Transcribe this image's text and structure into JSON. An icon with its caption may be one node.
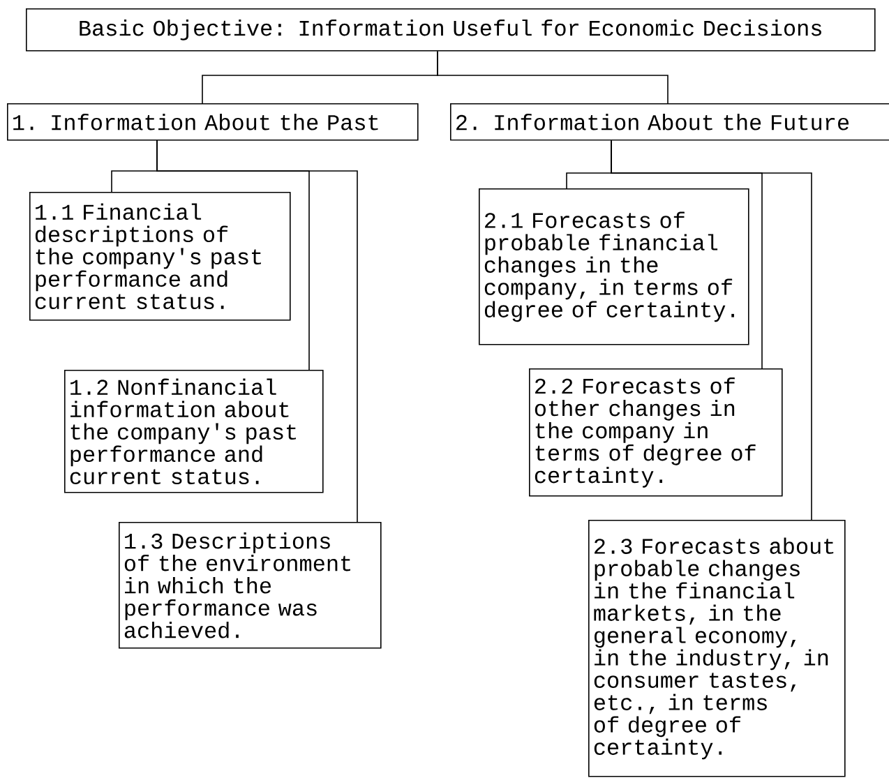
{
  "diagram": {
    "nodes": [
      {
        "text": [
          "Basic Objective:  Information Useful for Economic Decisions"
        ]
      },
      {
        "text": [
          "1.  Information About the Past"
        ]
      },
      {
        "text": [
          "2.  Information About the Future"
        ]
      },
      {
        "text": [
          "1.1 Financial descriptions of the company's past performance and current status."
        ]
      },
      {
        "text": [
          "1.2 Nonfinancial information about the company's past performance and current status."
        ]
      },
      {
        "text": [
          "1.3 Descriptions of the environment in which the performance was achieved."
        ]
      },
      {
        "text": [
          "2.1 Forecasts of probable financial changes in the company, in terms of degree of certainty."
        ]
      },
      {
        "text": [
          "2.2 Forecasts of other changes in the company in terms of degree of certainty."
        ]
      },
      {
        "text": [
          "2.3 Forecasts about probable changes in the financial markets, in the general economy, in the industry, in consumer tastes, etc., in terms of degree of certainty."
        ]
      }
    ],
    "edges": [
      {
        "from": 0,
        "to": 1,
        "arrow": "none"
      },
      {
        "from": 0,
        "to": 2,
        "arrow": "none"
      },
      {
        "from": 1,
        "to": 3,
        "arrow": "none"
      },
      {
        "from": 1,
        "to": 4,
        "arrow": "none"
      },
      {
        "from": 1,
        "to": 5,
        "arrow": "none"
      },
      {
        "from": 2,
        "to": 6,
        "arrow": "none"
      },
      {
        "from": 2,
        "to": 7,
        "arrow": "none"
      },
      {
        "from": 2,
        "to": 8,
        "arrow": "none"
      }
    ]
  }
}
